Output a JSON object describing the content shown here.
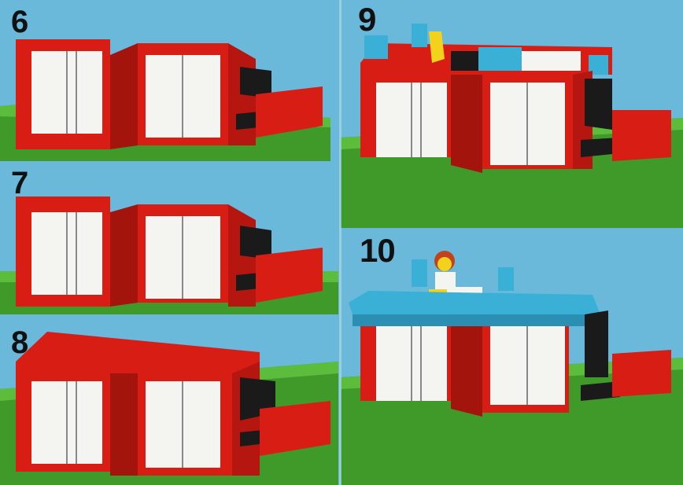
{
  "steps": [
    {
      "number": "6"
    },
    {
      "number": "7"
    },
    {
      "number": "8"
    },
    {
      "number": "9"
    },
    {
      "number": "10"
    }
  ],
  "colors": {
    "sky": "#6ab8da",
    "sky_light": "#a9d6ea",
    "baseplate": "#3f9a2a",
    "baseplate_stud": "#5cbc3b",
    "brick_red": "#d81e14",
    "brick_dark": "#a3140d",
    "window_white": "#f4f4f0",
    "black_piece": "#1a1a1a",
    "roof_blue": "#3bb0d6",
    "yellow": "#f2d21a"
  }
}
